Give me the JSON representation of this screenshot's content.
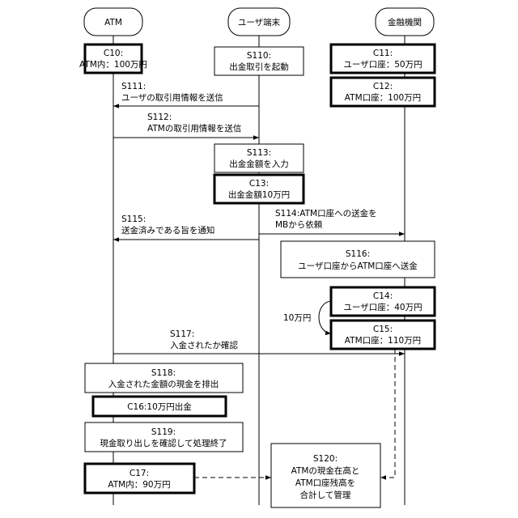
{
  "lifelines": {
    "atm": "ATM",
    "terminal": "ユーザ端末",
    "bank": "金融機関"
  },
  "boxes": {
    "c10": [
      "C10:",
      "ATM内：100万円"
    ],
    "s110": [
      "S110:",
      "出金取引を起動"
    ],
    "c11": [
      "C11:",
      "ユーザ口座：50万円"
    ],
    "c12": [
      "C12:",
      "ATM口座：100万円"
    ],
    "s113": [
      "S113:",
      "出金金額を入力"
    ],
    "c13": [
      "C13:",
      "出金金額10万円"
    ],
    "s116": [
      "S116:",
      "ユーザ口座からATM口座へ送金"
    ],
    "c14": [
      "C14:",
      "ユーザ口座：40万円"
    ],
    "c15": [
      "C15:",
      "ATM口座：110万円"
    ],
    "s118": [
      "S118:",
      "入金された金額の現金を排出"
    ],
    "c16": [
      "C16:10万円出金"
    ],
    "s119": [
      "S119:",
      "現金取り出しを確認して処理終了"
    ],
    "c17": [
      "C17:",
      "ATM内：90万円"
    ],
    "s120": [
      "S120:",
      "ATMの現金在高と",
      "ATM口座残高を",
      "合計して管理"
    ]
  },
  "messages": {
    "s111": [
      "S111:",
      "ユーザの取引用情報を送信"
    ],
    "s112": [
      "S112:",
      "ATMの取引用情報を送信"
    ],
    "s114": [
      "S114:ATM口座への送金を",
      "MBから依頼"
    ],
    "s115": [
      "S115:",
      "送金済みである旨を通知"
    ],
    "s117": [
      "S117:",
      "入金されたか確認"
    ],
    "transfer_amount": "10万円"
  }
}
